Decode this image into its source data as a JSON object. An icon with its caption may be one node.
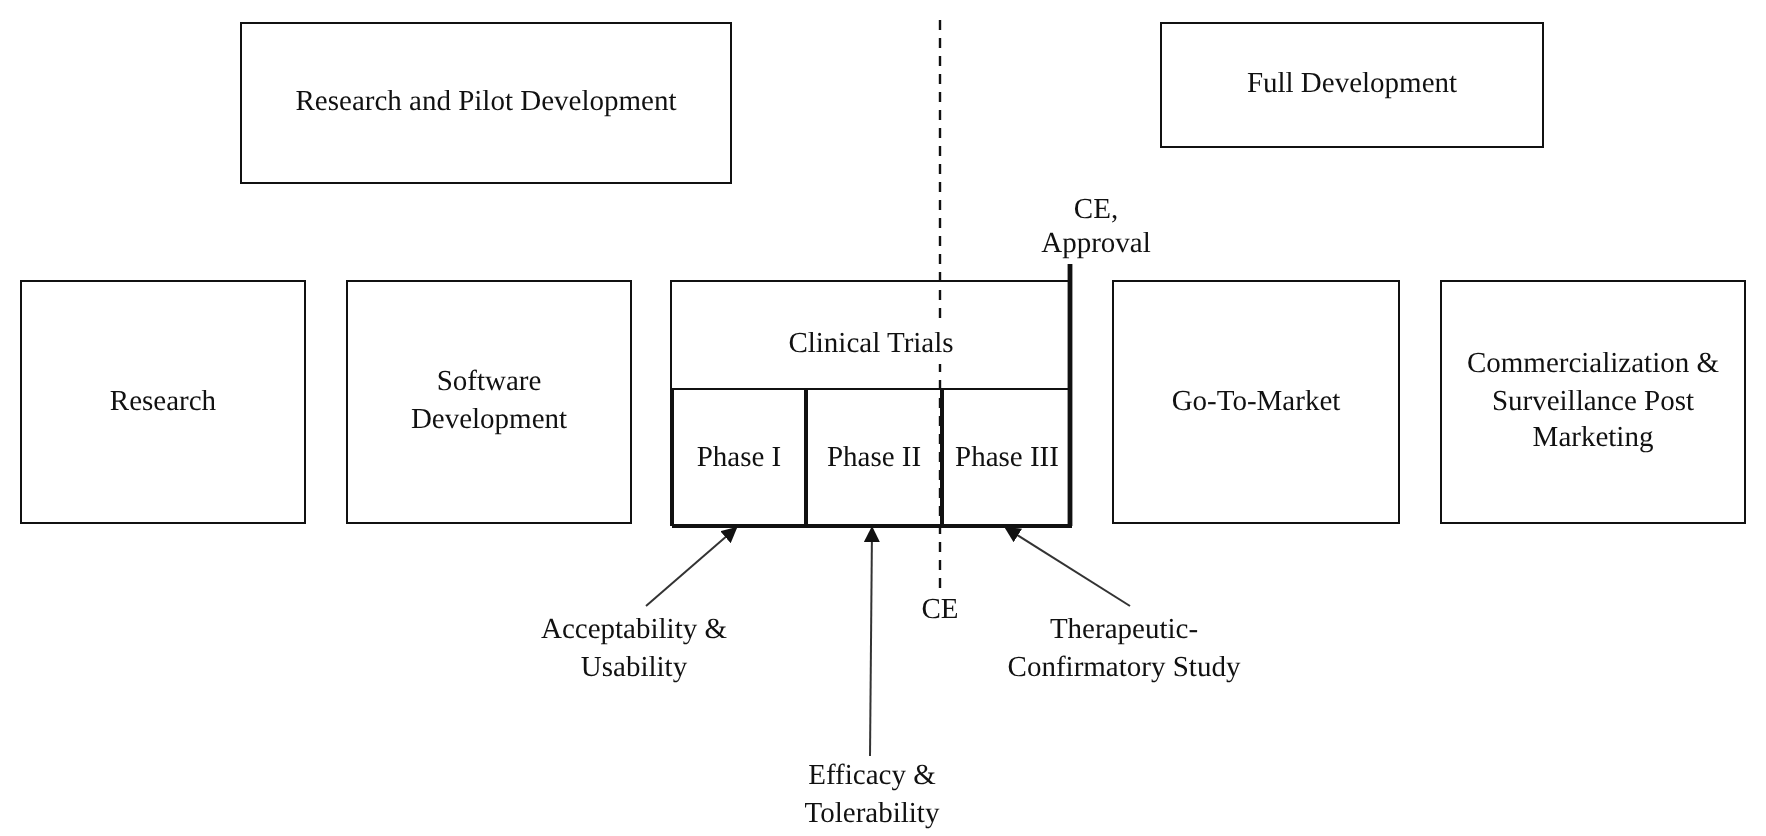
{
  "diagram": {
    "nodes": [
      {
        "text": [
          "Research and Pilot Development"
        ]
      },
      {
        "text": [
          "Full Development"
        ]
      },
      {
        "text": [
          "Research"
        ]
      },
      {
        "text": [
          "Software Development"
        ]
      },
      {
        "text": [
          "Clinical Trials"
        ]
      },
      {
        "text": [
          "Phase I"
        ],
        "in": 4
      },
      {
        "text": [
          "Phase II"
        ],
        "in": 4
      },
      {
        "text": [
          "Phase III"
        ],
        "in": 4
      },
      {
        "text": [
          "Go-To-Market"
        ]
      },
      {
        "text": [
          "Commercialization & Surveillance Post Marketing"
        ]
      },
      {
        "text": [
          "Acceptability & Usability"
        ]
      },
      {
        "text": [
          "Efficacy & Tolerability"
        ]
      },
      {
        "text": [
          "Therapeutic-Confirmatory Study"
        ]
      }
    ],
    "edges": [
      {
        "from": 10,
        "to": 5,
        "arrow": "to"
      },
      {
        "from": 11,
        "to": 6,
        "arrow": "to"
      },
      {
        "from": 12,
        "to": 7,
        "arrow": "to"
      }
    ],
    "labels": [
      "CE, Approval",
      "CE"
    ]
  }
}
